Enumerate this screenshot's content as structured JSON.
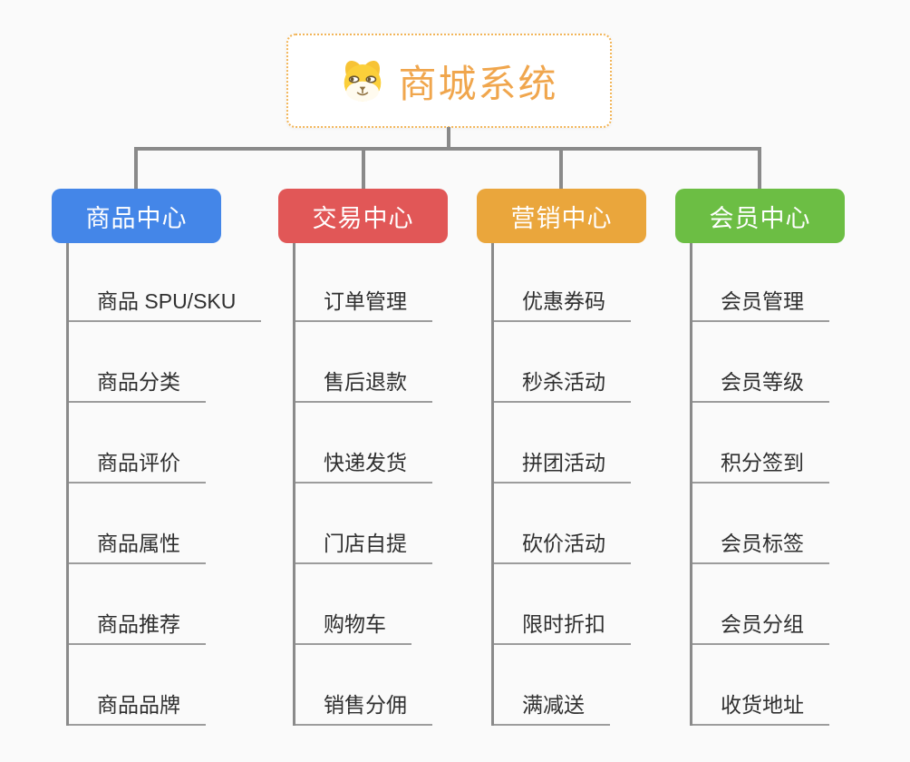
{
  "root": {
    "title": "商城系统",
    "icon": "shiba-dog-icon",
    "title_color": "#F0A64D",
    "border_color": "#F2B558",
    "background": "#FFFFFF"
  },
  "canvas": {
    "background": "#FAFAFA",
    "connector_color": "#8A8A8A",
    "underline_color": "#9C9C9C",
    "item_text_color": "#2F2F2F"
  },
  "branches": [
    {
      "label": "商品中心",
      "color": "#4486E8",
      "children": [
        "商品 SPU/SKU",
        "商品分类",
        "商品评价",
        "商品属性",
        "商品推荐",
        "商品品牌"
      ]
    },
    {
      "label": "交易中心",
      "color": "#E15757",
      "children": [
        "订单管理",
        "售后退款",
        "快递发货",
        "门店自提",
        "购物车",
        "销售分佣"
      ]
    },
    {
      "label": "营销中心",
      "color": "#EAA63C",
      "children": [
        "优惠券码",
        "秒杀活动",
        "拼团活动",
        "砍价活动",
        "限时折扣",
        "满减送"
      ]
    },
    {
      "label": "会员中心",
      "color": "#6CBE44",
      "children": [
        "会员管理",
        "会员等级",
        "积分签到",
        "会员标签",
        "会员分组",
        "收货地址"
      ]
    }
  ]
}
